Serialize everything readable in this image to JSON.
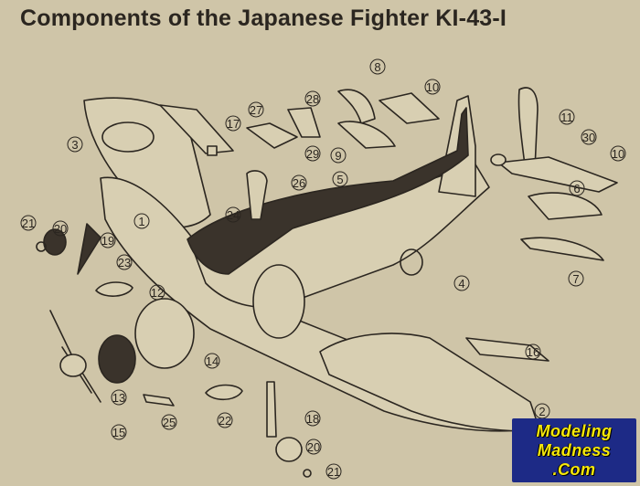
{
  "title": "Components of the Japanese Fighter KI-43-I",
  "logo": {
    "line1": "Modeling",
    "line2": "Madness",
    "line3": ".Com"
  },
  "colors": {
    "background": "#cfc5a8",
    "ink": "#2b2620",
    "logo_bg": "#1d2a86",
    "logo_text": "#f6e80b"
  },
  "callouts": [
    "1",
    "2",
    "3",
    "4",
    "5",
    "6",
    "7",
    "8",
    "9",
    "10",
    "10",
    "11",
    "12",
    "13",
    "14",
    "15",
    "16",
    "17",
    "18",
    "19",
    "20",
    "20",
    "21",
    "21",
    "22",
    "23",
    "24",
    "25",
    "26",
    "27",
    "28",
    "29",
    "30"
  ]
}
